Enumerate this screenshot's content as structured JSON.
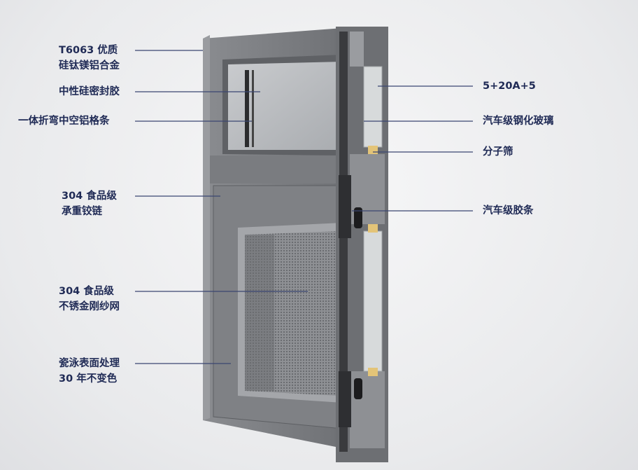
{
  "colors": {
    "text": "#1f2a55",
    "leader": "#3b4672",
    "frame": "#7d7f84",
    "glass": "#b9bcbf"
  },
  "left_labels": [
    {
      "lines": [
        "T6063 优质",
        "硅钛镁铝合金"
      ]
    },
    {
      "lines": [
        "中性硅密封胶"
      ]
    },
    {
      "lines": [
        "一体折弯中空铝格条"
      ]
    },
    {
      "lines": [
        "304 食品级",
        "承重铰链"
      ]
    },
    {
      "lines": [
        "304 食品级",
        "不锈金刚纱网"
      ]
    },
    {
      "lines": [
        "瓷泳表面处理",
        "30 年不变色"
      ]
    }
  ],
  "right_labels": [
    {
      "lines": [
        "5+20A+5"
      ]
    },
    {
      "lines": [
        "汽车级钢化玻璃"
      ]
    },
    {
      "lines": [
        "分子筛"
      ]
    },
    {
      "lines": [
        "汽车级胶条"
      ]
    }
  ]
}
